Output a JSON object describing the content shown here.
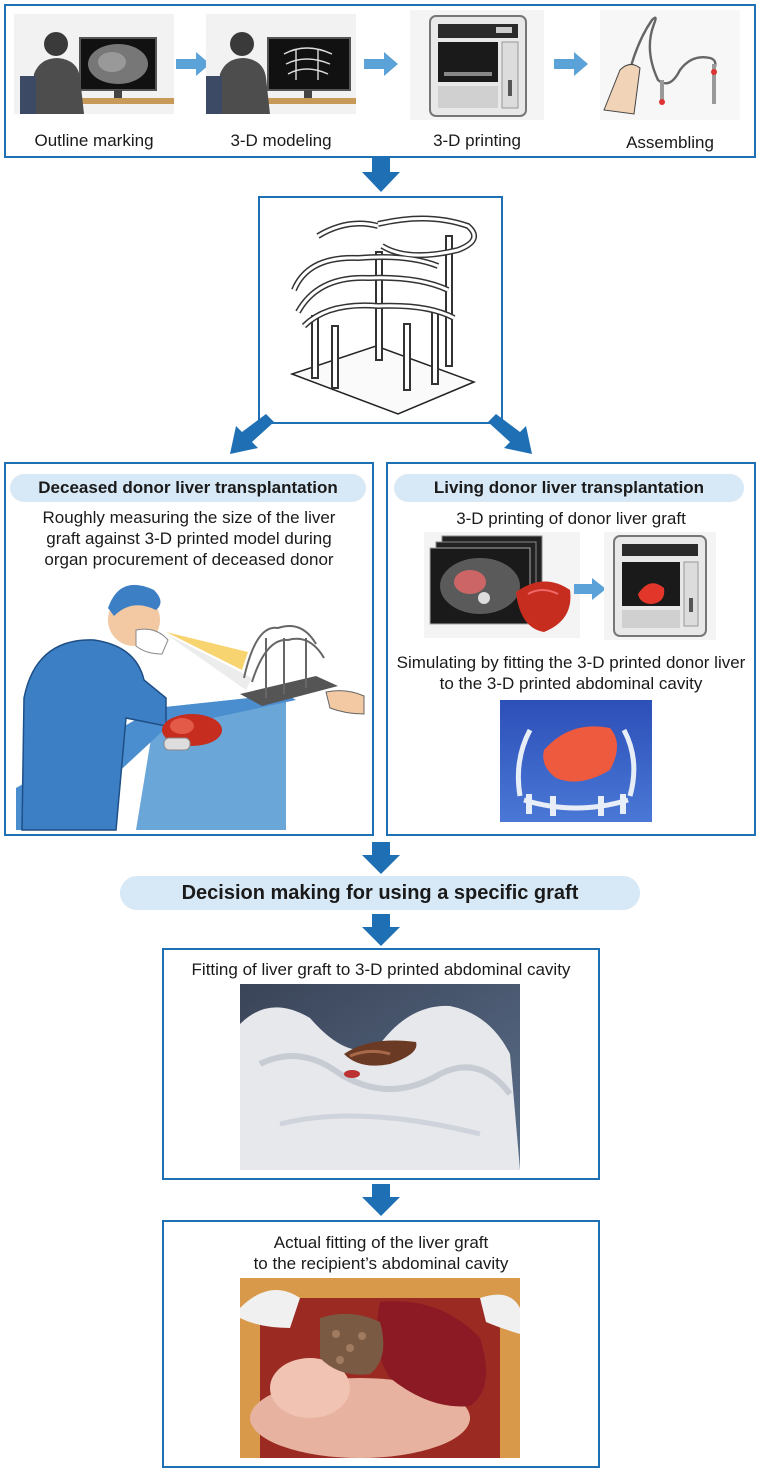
{
  "top_steps": [
    {
      "label": "Outline marking"
    },
    {
      "label": "3-D modeling"
    },
    {
      "label": "3-D printing"
    },
    {
      "label": "Assembling"
    }
  ],
  "deceased": {
    "title": "Deceased donor liver transplantation",
    "desc_line1": "Roughly measuring the size of the liver",
    "desc_line2": "graft against 3-D printed model during",
    "desc_line3": "organ procurement of deceased donor"
  },
  "living": {
    "title": "Living donor liver transplantation",
    "subtitle": "3-D printing of donor liver graft",
    "sim_line1": "Simulating by fitting the 3-D printed donor liver",
    "sim_line2": "to the 3-D printed abdominal cavity"
  },
  "decision": {
    "label": "Decision making for using a specific graft"
  },
  "fitting": {
    "caption": "Fitting of liver graft to 3-D printed abdominal cavity"
  },
  "actual": {
    "caption_line1": "Actual fitting of the liver graft",
    "caption_line2": "to the recipient’s abdominal cavity"
  },
  "colors": {
    "frame": "#1f6fb4",
    "arrow": "#1f6fb4",
    "light_arrow": "#5aa2d8",
    "pill": "#d7e8f6",
    "liver": "#c62d1f"
  }
}
